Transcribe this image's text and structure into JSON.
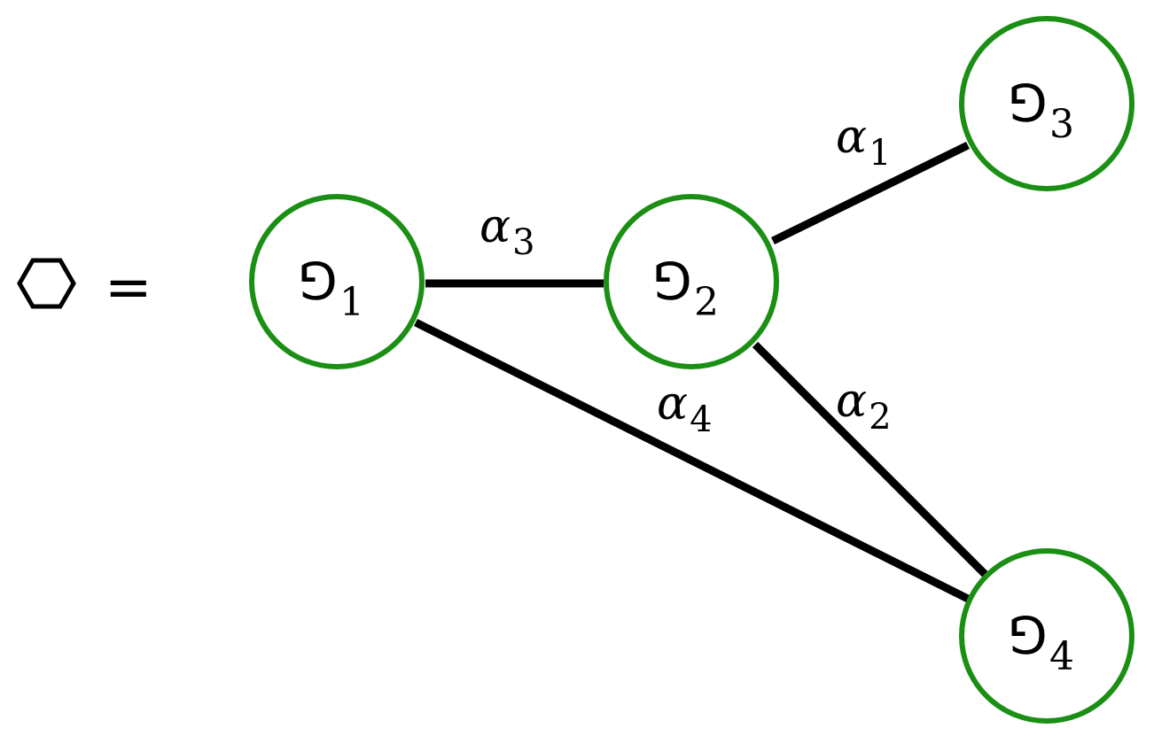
{
  "lhs": {
    "symbol": "⬡",
    "equals": "="
  },
  "style": {
    "node_color": "#1a8f14",
    "edge_color": "#000000",
    "text_color": "#000000"
  },
  "nodes": [
    {
      "id": "n1",
      "symbol": "⅁",
      "subscript": "1"
    },
    {
      "id": "n2",
      "symbol": "⅁",
      "subscript": "2"
    },
    {
      "id": "n3",
      "symbol": "⅁",
      "subscript": "3"
    },
    {
      "id": "n4",
      "symbol": "⅁",
      "subscript": "4"
    }
  ],
  "edges": [
    {
      "from": "n2",
      "to": "n3",
      "symbol": "α",
      "subscript": "1"
    },
    {
      "from": "n2",
      "to": "n4",
      "symbol": "α",
      "subscript": "2"
    },
    {
      "from": "n1",
      "to": "n2",
      "symbol": "α",
      "subscript": "3"
    },
    {
      "from": "n1",
      "to": "n4",
      "symbol": "α",
      "subscript": "4"
    }
  ]
}
